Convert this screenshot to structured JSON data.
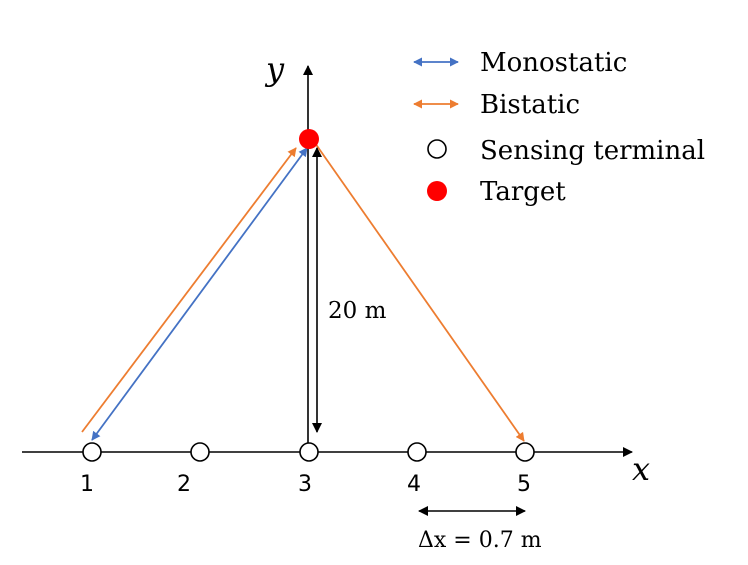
{
  "axes": {
    "x_label": "x",
    "y_label": "y"
  },
  "legend": [
    {
      "label": "Monostatic",
      "icon": "double-arrow-icon",
      "color": "#4472c4"
    },
    {
      "label": "Bistatic",
      "icon": "double-arrow-icon",
      "color": "#ed7d31"
    },
    {
      "label": "Sensing terminal",
      "icon": "hollow-circle-icon",
      "color": "#000000"
    },
    {
      "label": "Target",
      "icon": "filled-circle-icon",
      "color": "#ff0000"
    }
  ],
  "terminals": [
    {
      "label": "1"
    },
    {
      "label": "2"
    },
    {
      "label": "3"
    },
    {
      "label": "4"
    },
    {
      "label": "5"
    }
  ],
  "annotations": {
    "distance": "20 m",
    "spacing": "Δx = 0.7 m"
  },
  "colors": {
    "monostatic": "#4472c4",
    "bistatic": "#ed7d31",
    "target": "#ff0000",
    "axis": "#000000"
  }
}
